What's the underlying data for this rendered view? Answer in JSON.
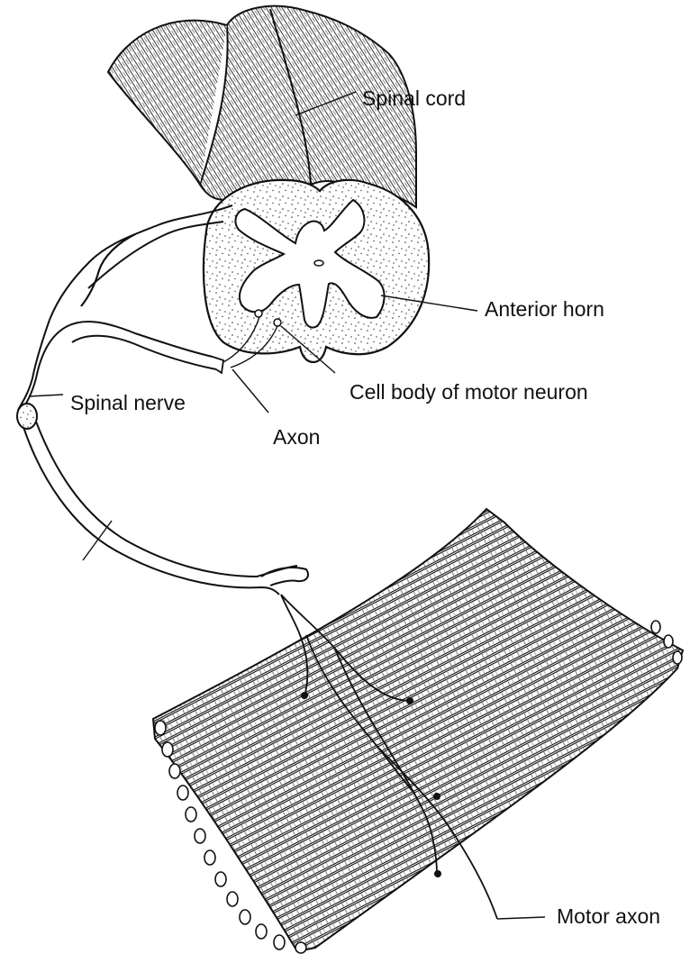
{
  "labels": {
    "spinal_cord": "Spinal cord",
    "anterior_horn": "Anterior horn",
    "cell_body": "Cell body of motor neuron",
    "spinal_nerve": "Spinal nerve",
    "axon": "Axon",
    "motor_axon": "Motor axon"
  },
  "colors": {
    "ink": "#111111",
    "background": "#ffffff"
  }
}
